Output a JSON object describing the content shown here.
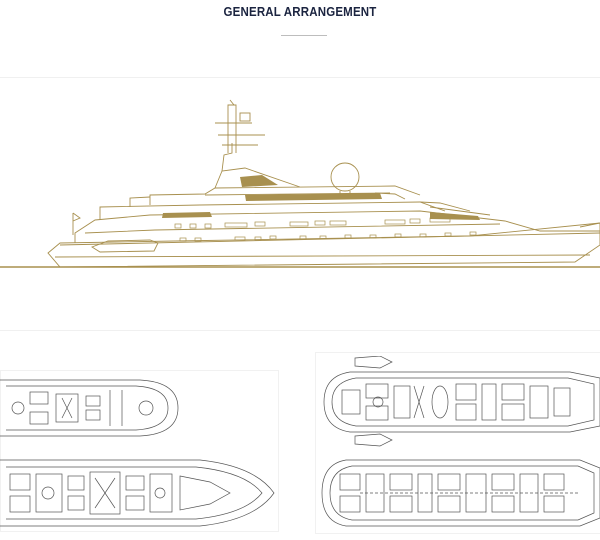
{
  "header": {
    "title": "GENERAL ARRANGEMENT"
  },
  "colors": {
    "title": "#1b2440",
    "gold": "#a8904f",
    "plan_line": "#555555",
    "rule": "#bdbdbd"
  },
  "drawings": {
    "profile": "side-profile",
    "plans": [
      "sun-deck-plan",
      "upper-deck-plan",
      "main-deck-plan",
      "lower-deck-plan"
    ]
  }
}
